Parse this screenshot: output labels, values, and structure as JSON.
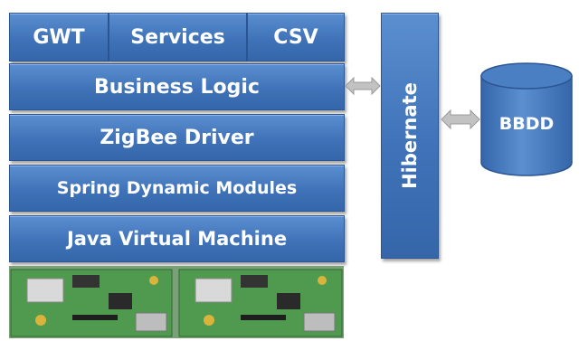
{
  "top_row": [
    "GWT",
    "Services",
    "CSV"
  ],
  "layers": [
    "Business Logic",
    "ZigBee Driver",
    "Spring Dynamic Modules",
    "Java Virtual Machine"
  ],
  "hibernate": "Hibernate",
  "database": "BBDD",
  "colors": {
    "box_fill": "#3f72b8",
    "box_border": "#2c5693",
    "arrow_fill": "#c0c0c0",
    "board_green": "#4f9a4f"
  }
}
